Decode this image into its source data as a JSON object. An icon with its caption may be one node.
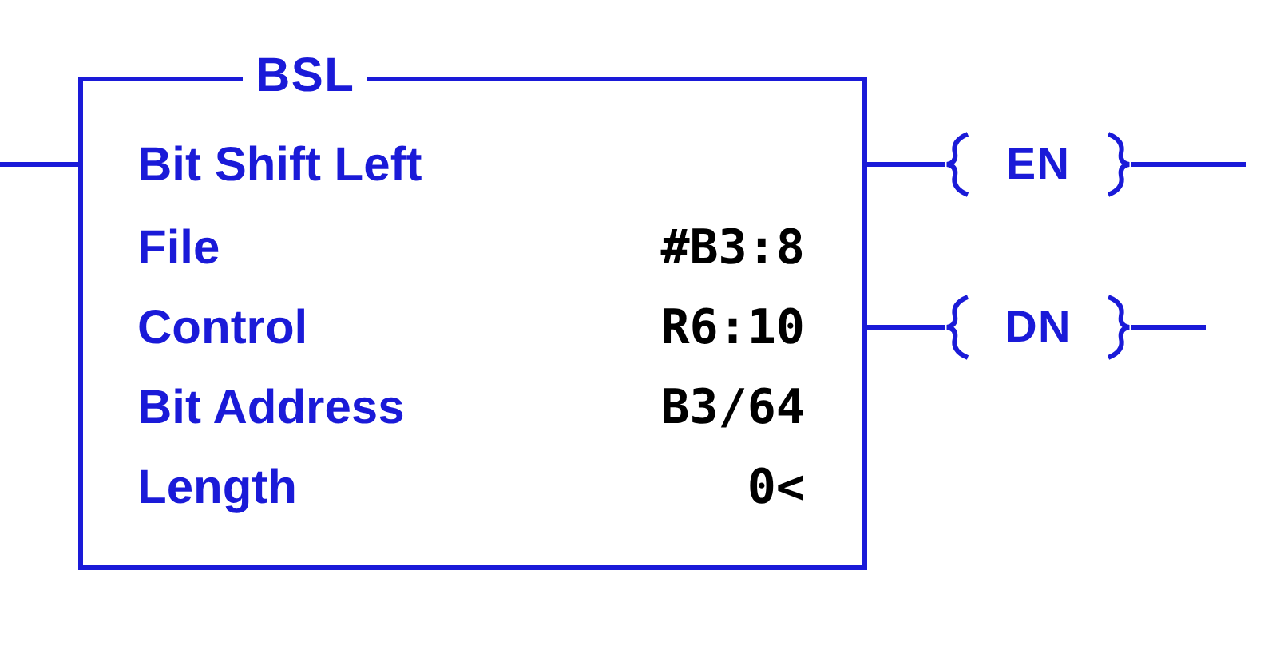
{
  "diagram": {
    "nodes": [
      {
        "text": [
          "BSL",
          "Bit Shift Left",
          "File",
          "#B3:8",
          "Control",
          "R6:10",
          "Bit Address",
          "B3/64",
          "Length",
          "0<"
        ]
      },
      {
        "text": [
          "EN"
        ]
      },
      {
        "text": [
          "DN"
        ]
      }
    ],
    "edges": [
      {
        "from": null,
        "to": 0,
        "arrow": "none"
      },
      {
        "from": 0,
        "to": 1,
        "arrow": "none"
      },
      {
        "from": 1,
        "to": null,
        "arrow": "none"
      },
      {
        "from": 0,
        "to": 2,
        "arrow": "none"
      },
      {
        "from": 2,
        "to": null,
        "arrow": "none"
      }
    ]
  }
}
